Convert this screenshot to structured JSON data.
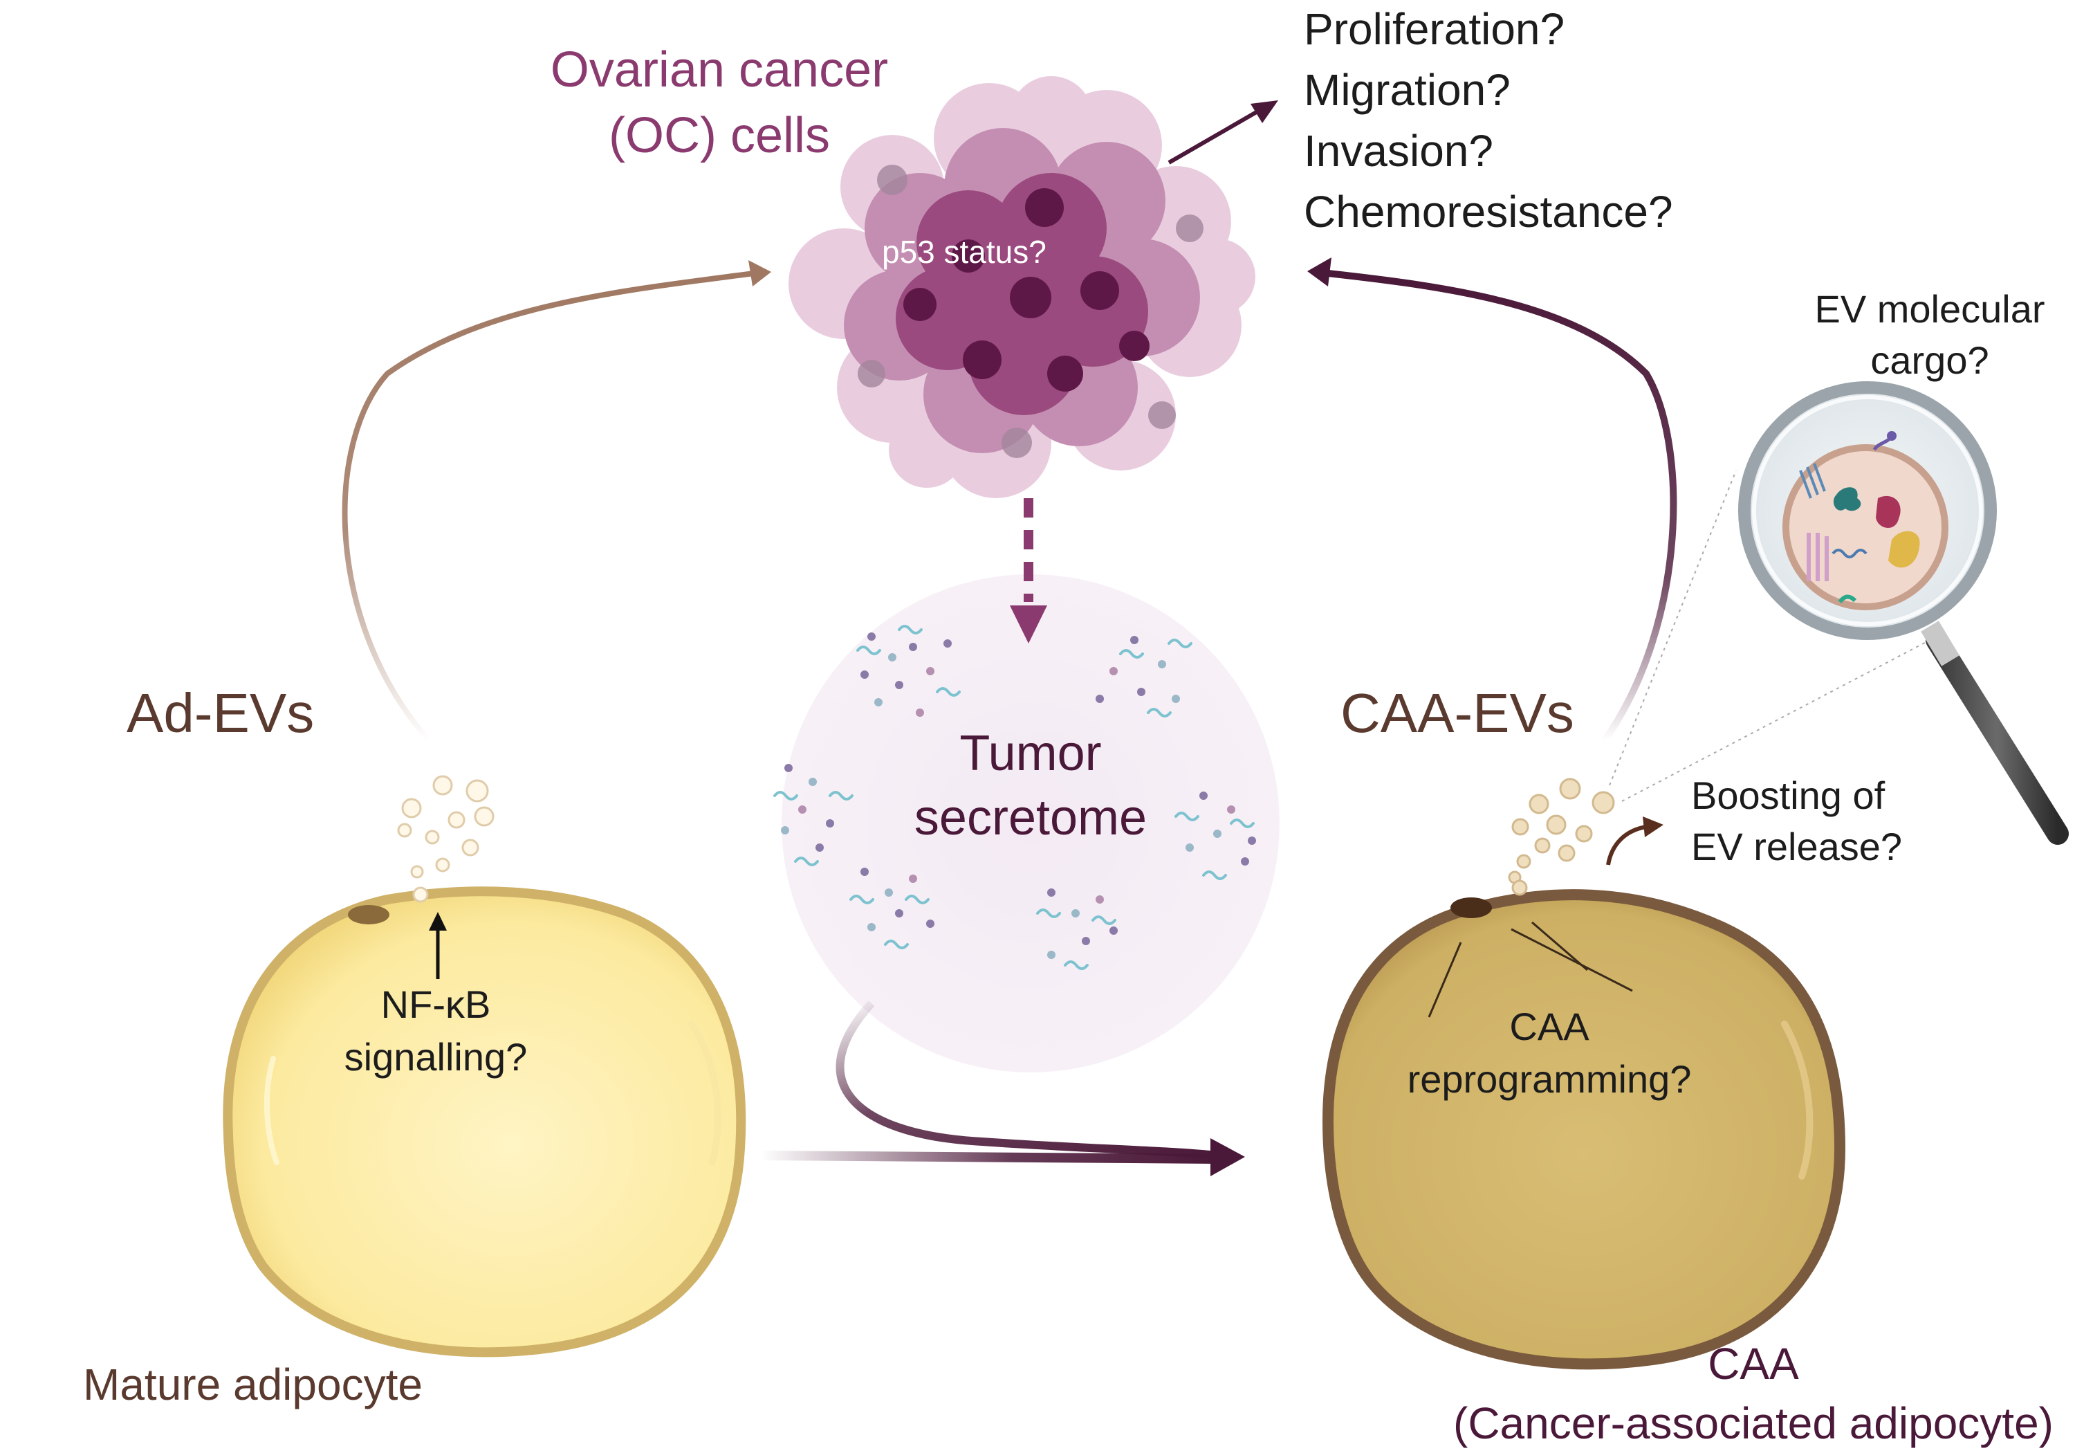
{
  "labels": {
    "oc_title_1": "Ovarian cancer",
    "oc_title_2": "(OC) cells",
    "p53": "p53 status?",
    "questions": [
      "Proliferation?",
      "Migration?",
      "Invasion?",
      "Chemoresistance?"
    ],
    "ev_cargo_1": "EV molecular",
    "ev_cargo_2": "cargo?",
    "ad_evs": "Ad-EVs",
    "caa_evs": "CAA-EVs",
    "secretome_1": "Tumor",
    "secretome_2": "secretome",
    "nfkb_1": "NF-κB",
    "nfkb_2": "signalling?",
    "caa_reprog_1": "CAA",
    "caa_reprog_2": "reprogramming?",
    "boost_1": "Boosting of",
    "boost_2": "EV release?",
    "mature": "Mature adipocyte",
    "caa_1": "CAA",
    "caa_2": "(Cancer-associated adipocyte)"
  },
  "colors": {
    "oc_purple": "#8a3a6e",
    "dark_plum": "#4a1838",
    "adipocyte_light": "#fdf1b8",
    "adipocyte_dark": "#d9c06e",
    "caa_outline": "#7a5a3e",
    "ad_arrow": "#a07862"
  }
}
